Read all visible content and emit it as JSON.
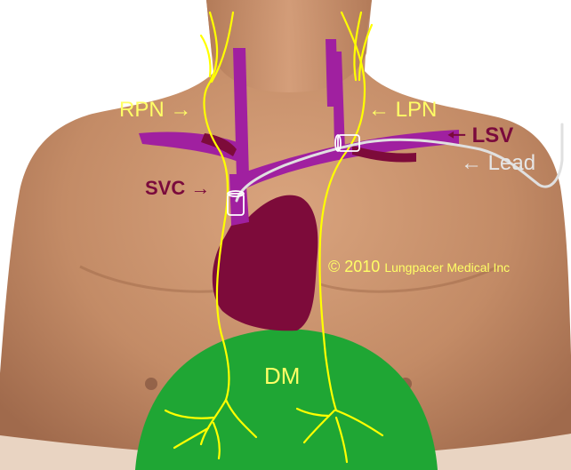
{
  "labels": {
    "rpn": "RPN →",
    "lpn": "← LPN",
    "lsv": "🠐 LSV",
    "lead": "← Lead",
    "svc": "SVC →",
    "copyright_year": "© 2010 ",
    "copyright_owner": "Lungpacer Medical Inc",
    "dm": "DM"
  },
  "colors": {
    "nerve": "#ffff00",
    "vein": "#a020a0",
    "heart": "#7d0b3a",
    "diaphragm": "#1fa634",
    "lead": "#d8d8d8",
    "label_yellow": "#ffff66",
    "label_dark": "#7a0a3c",
    "label_lead": "#e6e6e6",
    "skin": "#c9926c"
  }
}
